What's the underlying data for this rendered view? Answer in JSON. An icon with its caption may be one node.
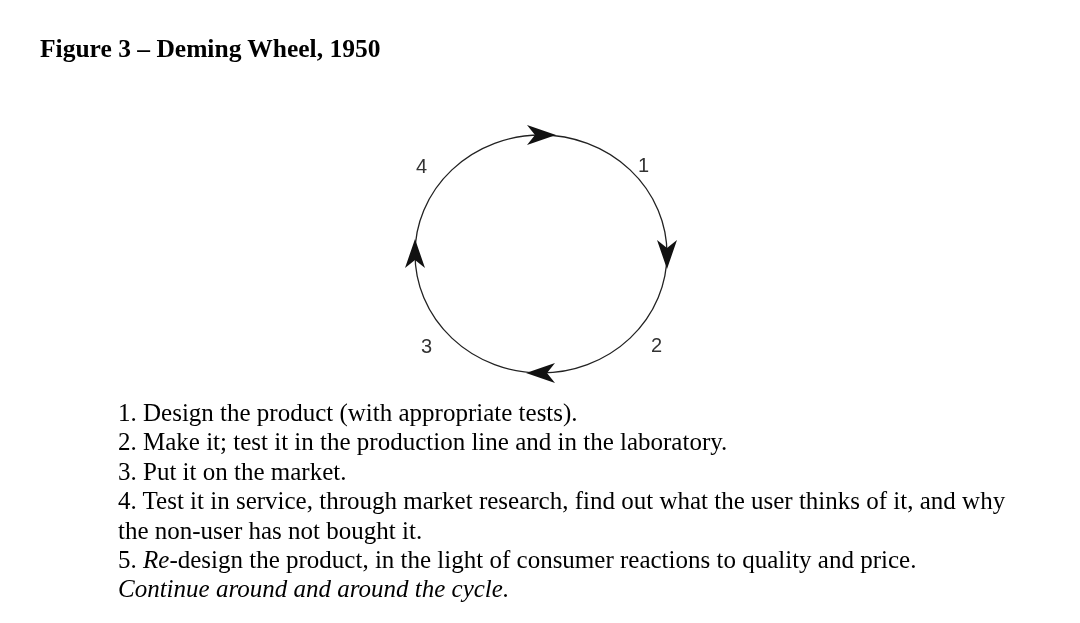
{
  "diagram": {
    "title": "Figure 3 – Deming Wheel, 1950",
    "labels": [
      "4",
      "1",
      "3",
      "2",
      "1. Design the product (with appropriate tests).",
      "2. Make it; test it in the production line and in the laboratory.",
      "3. Put it on the market.",
      "4. Test it in service, through market research, find out what the user thinks of it, and why the non-user has not bought it.",
      "5. *Re*-design the product, in the light of consumer reactions to quality and price.",
      "Continue around and around the cycle."
    ]
  }
}
